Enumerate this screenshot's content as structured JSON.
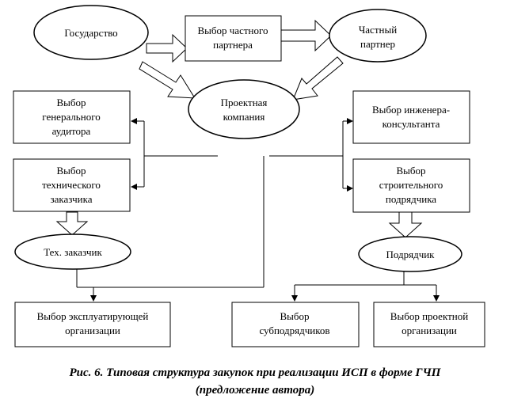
{
  "nodes": {
    "state": {
      "lines": [
        "Государство"
      ]
    },
    "choose_partner": {
      "lines": [
        "Выбор частного",
        "партнера"
      ]
    },
    "private_partner": {
      "lines": [
        "Частный",
        "партнер"
      ]
    },
    "project_company": {
      "lines": [
        "Проектная",
        "компания"
      ]
    },
    "choose_auditor": {
      "lines": [
        "Выбор",
        "генерального",
        "аудитора"
      ]
    },
    "choose_tech_customer": {
      "lines": [
        "Выбор",
        "технического",
        "заказчика"
      ]
    },
    "tech_customer": {
      "lines": [
        "Тех. заказчик"
      ]
    },
    "choose_operator": {
      "lines": [
        "Выбор эксплуатирующей",
        "организации"
      ]
    },
    "choose_engineer": {
      "lines": [
        "Выбор инженера-",
        "консультанта"
      ]
    },
    "choose_contractor": {
      "lines": [
        "Выбор",
        "строительного",
        "подрядчика"
      ]
    },
    "contractor": {
      "lines": [
        "Подрядчик"
      ]
    },
    "choose_subcontractors": {
      "lines": [
        "Выбор",
        "субподрядчиков"
      ]
    },
    "choose_design_org": {
      "lines": [
        "Выбор проектной",
        "организации"
      ]
    }
  },
  "caption": {
    "line1": "Рис. 6. Типовая структура закупок при реализации ИСП в форме ГЧП",
    "line2": "(предложение автора)"
  }
}
